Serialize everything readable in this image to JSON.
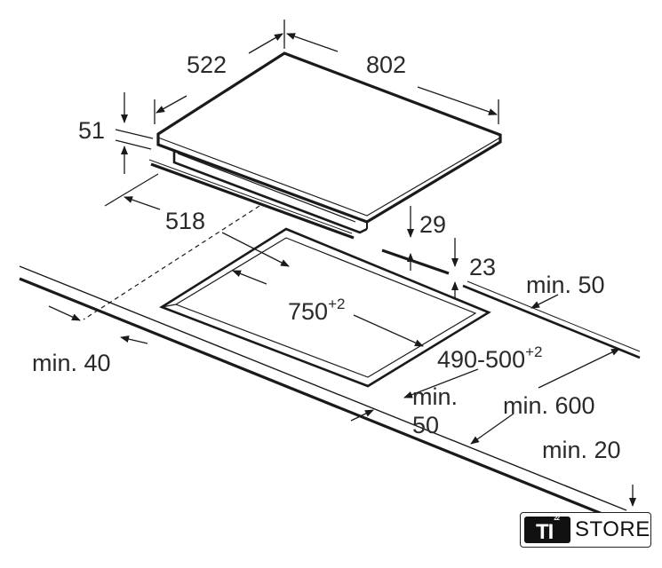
{
  "dimensions": {
    "width": "522",
    "length": "802",
    "height": "51",
    "depth_518": "518",
    "d29": "29",
    "d23": "23",
    "min50_right": "min. 50",
    "cutout_width": "750",
    "cutout_width_tol": "+2",
    "cutout_depth": "490-500",
    "cutout_depth_tol": "+2",
    "min40": "min. 40",
    "min_front": "min.",
    "min_front_val": "50",
    "min600": "min. 600",
    "min20": "min. 20"
  },
  "logo": {
    "mark": "TI",
    "mark_sup": "22",
    "text": "STORE"
  },
  "colors": {
    "line": "#1a1a1a",
    "text": "#2a2a2a",
    "background": "#ffffff"
  }
}
